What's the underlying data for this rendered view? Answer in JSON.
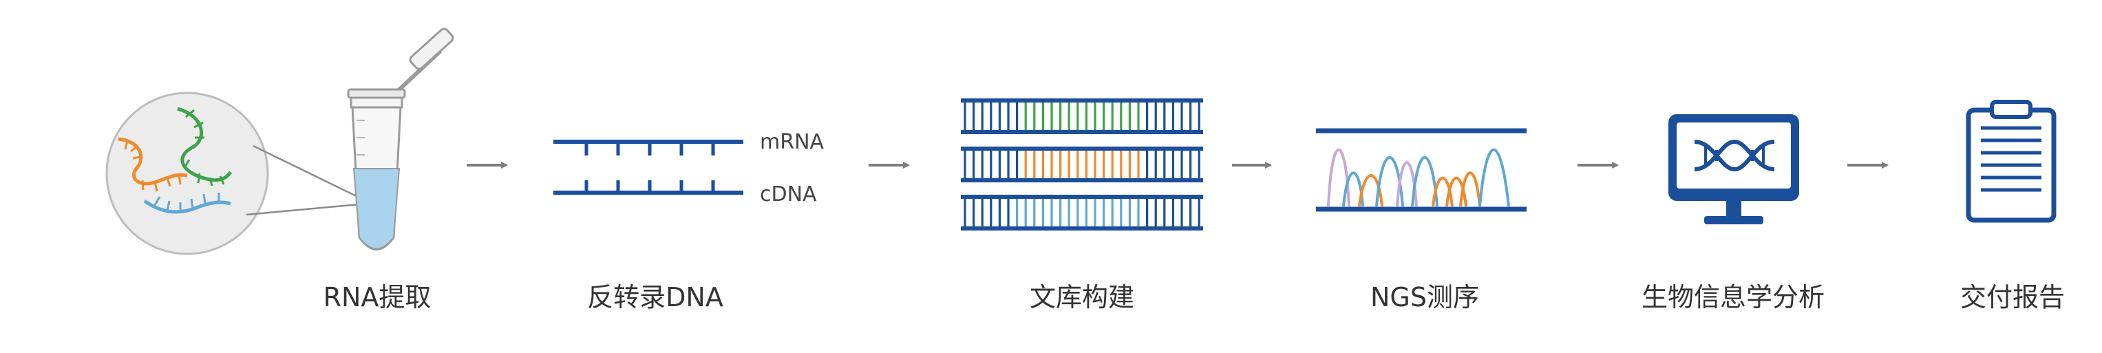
{
  "steps": [
    {
      "label": "RNA提取"
    },
    {
      "label": "反转录DNA"
    },
    {
      "label": "文库构建"
    },
    {
      "label": "NGS测序"
    },
    {
      "label": "生物信息学分析"
    },
    {
      "label": "交付报告"
    }
  ],
  "strand_labels": {
    "top": "mRNA",
    "bottom": "cDNA"
  },
  "icons": [
    "rna-magnifier-icon",
    "tube-icon",
    "double-strand-icon",
    "library-icon",
    "sequencing-peaks-icon",
    "monitor-dna-icon",
    "clipboard-report-icon"
  ],
  "colors": {
    "blue": "#1b4e9b",
    "light_blue": "#5fa8d3",
    "green": "#3ea24a",
    "orange": "#f08a2c",
    "purple": "#c7a8d8",
    "arrow": "#7d7d7d",
    "text": "#333333"
  }
}
